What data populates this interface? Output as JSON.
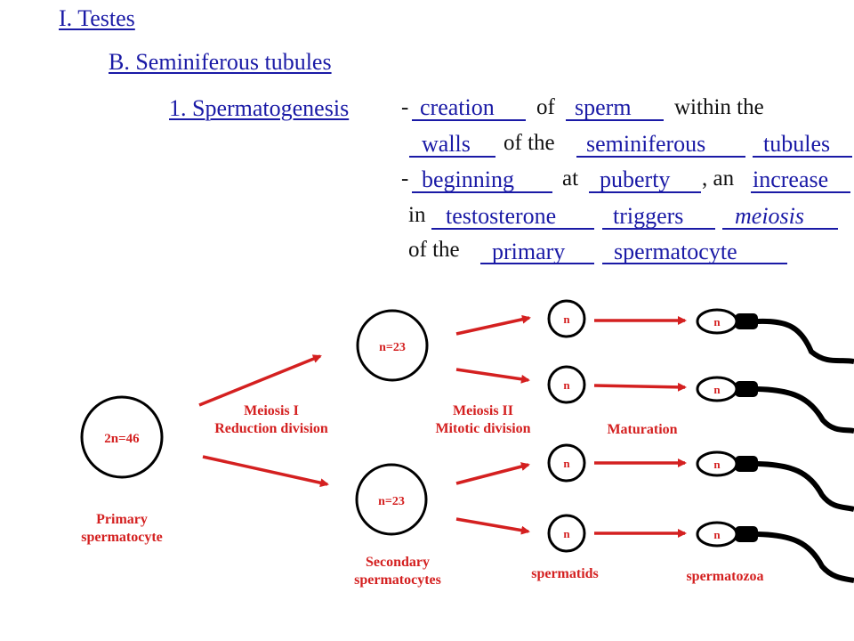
{
  "outline": {
    "heading1": "I.  Testes",
    "heading2": "B.  Seminiferous tubules",
    "item": "1.  Spermatogenesis",
    "dash1": "-",
    "of1": "of",
    "within_the": "within the",
    "of_the1": "of the",
    "dash2": "-",
    "at": "at",
    "comma_an": ", an",
    "in": "in",
    "of_the2": "of the"
  },
  "answers": {
    "a1": "creation",
    "a2": "sperm",
    "a3": "walls",
    "a4": "seminiferous",
    "a5": "tubules",
    "a6": "beginning",
    "a7": "puberty",
    "a8": "increase",
    "a9": "testosterone",
    "a10": "triggers",
    "a11": "meiosis",
    "a12": "primary",
    "a13": "spermatocyte"
  },
  "diagram": {
    "primary_cell": "2n=46",
    "secondary_cell_top": "n=23",
    "secondary_cell_bottom": "n=23",
    "haploid": "n",
    "meiosis1_line1": "Meiosis I",
    "meiosis1_line2": "Reduction division",
    "meiosis2_line1": "Meiosis II",
    "meiosis2_line2": "Mitotic division",
    "maturation": "Maturation",
    "primary_label_line1": "Primary",
    "primary_label_line2": "spermatocyte",
    "secondary_label_line1": "Secondary",
    "secondary_label_line2": "spermatocytes",
    "spermatids_label": "spermatids",
    "spermatozoa_label": "spermatozoa"
  },
  "colors": {
    "outline_blue": "#1a1aa6",
    "diagram_red": "#d42020",
    "text_black": "#111111"
  }
}
